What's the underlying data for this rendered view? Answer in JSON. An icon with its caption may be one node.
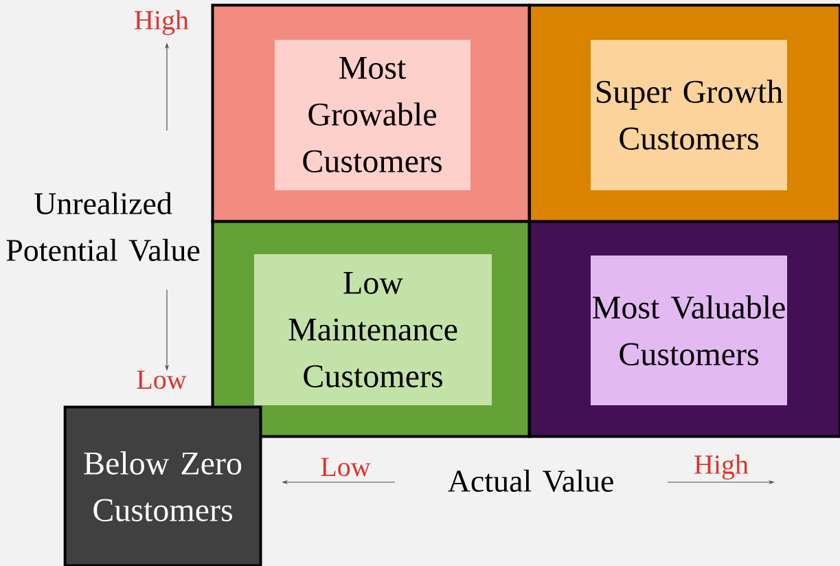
{
  "diagram": {
    "nodes": [
      {
        "text": [
          "Most Growable Customers"
        ]
      },
      {
        "text": [
          "Super Growth Customers"
        ]
      },
      {
        "text": [
          "Low Maintenance Customers"
        ]
      },
      {
        "text": [
          "Most Valuable Customers"
        ]
      },
      {
        "text": [
          "Below Zero Customers"
        ]
      }
    ],
    "labels": [
      "High",
      "Unrealized Potential Value",
      "Low",
      "Low",
      "Actual Value",
      "High"
    ]
  }
}
